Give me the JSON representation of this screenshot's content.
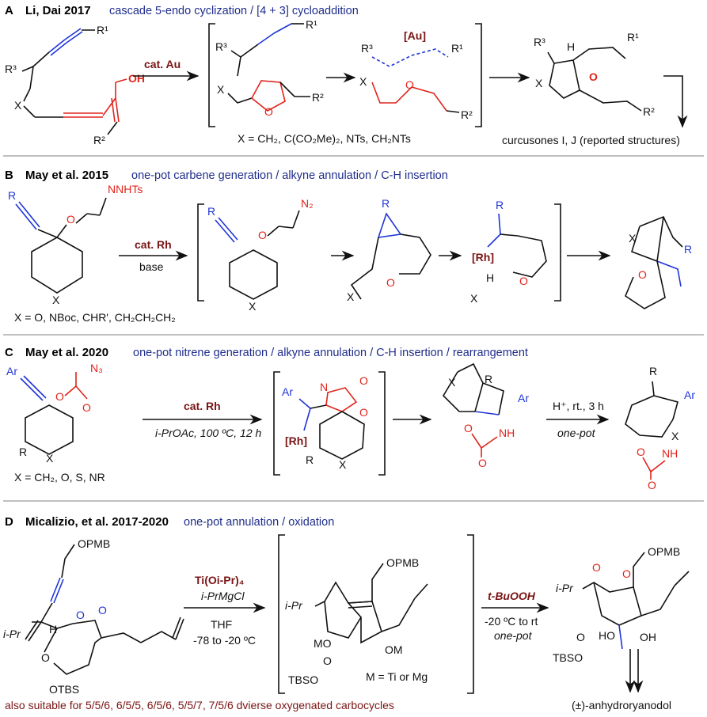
{
  "panels": {
    "A": {
      "letter": "A",
      "authors": "Li, Dai  2017",
      "description": "cascade 5-endo cyclization / [4 + 3] cycloaddition",
      "reagent": "cat. Au",
      "x_def": "X = CH₂, C(CO₂Me)₂, NTs, CH₂NTs",
      "product": "curcusones I, J (reported structures)",
      "catalyst_label": "[Au]",
      "oh_label": "OH",
      "r1": "R¹",
      "r2": "R²",
      "r3": "R³",
      "x": "X",
      "o": "O",
      "h": "H"
    },
    "B": {
      "letter": "B",
      "authors": "May et al.  2015",
      "description": "one-pot carbene generation / alkyne annulation / C-H insertion",
      "reagent": "cat. Rh",
      "base": "base",
      "hydrazone": "NNHTs",
      "diazo": "N₂",
      "catalyst_label": "[Rh]",
      "x_def": "X = O, NBoc, CHR', CH₂CH₂CH₂",
      "r": "R",
      "x": "X",
      "o": "O",
      "h": "H"
    },
    "C": {
      "letter": "C",
      "authors": "May et al.  2020",
      "description": "one-pot nitrene generation / alkyne annulation / C-H insertion / rearrangement",
      "reagent": "cat. Rh",
      "conditions": "i-PrOAc, 100 ºC, 12 h",
      "conditions2": "H⁺, rt., 3 h",
      "onepot": "one-pot",
      "azide": "N₃",
      "catalyst_label": "[Rh]",
      "x_def": "X = CH₂, O, S, NR",
      "ar": "Ar",
      "r": "R",
      "x": "X",
      "o": "O",
      "n": "N",
      "nh": "NH"
    },
    "D": {
      "letter": "D",
      "authors": "Micalizio, et al.  2017-2020",
      "description": "one-pot annulation / oxidation",
      "reagent1": "Ti(Oi-Pr)₄",
      "reagent2": "i-PrMgCl",
      "solvent": "THF",
      "temp": "-78 to -20 ºC",
      "oxidant": "t-BuOOH",
      "temp2": "-20 ºC to rt",
      "onepot": "one-pot",
      "metal_def": "M = Ti or Mg",
      "scope_note": "also suitable for 5/5/6, 6/5/5, 6/5/6, 5/5/7, 7/5/6 dvierse oxygenated carbocycles",
      "product": "(±)-anhydroryanodol",
      "opmb": "OPMB",
      "otbs": "OTBS",
      "tbso": "TBSO",
      "ipr": "i-Pr",
      "mo": "MO",
      "om": "OM",
      "ho": "HO",
      "oh": "OH",
      "o": "O",
      "h": "H"
    }
  },
  "colors": {
    "red": "#e0241b",
    "blue": "#1f35d6",
    "dark_red": "#7a1414",
    "navy": "#1f2d8c",
    "separator": "#9a9a9a"
  }
}
